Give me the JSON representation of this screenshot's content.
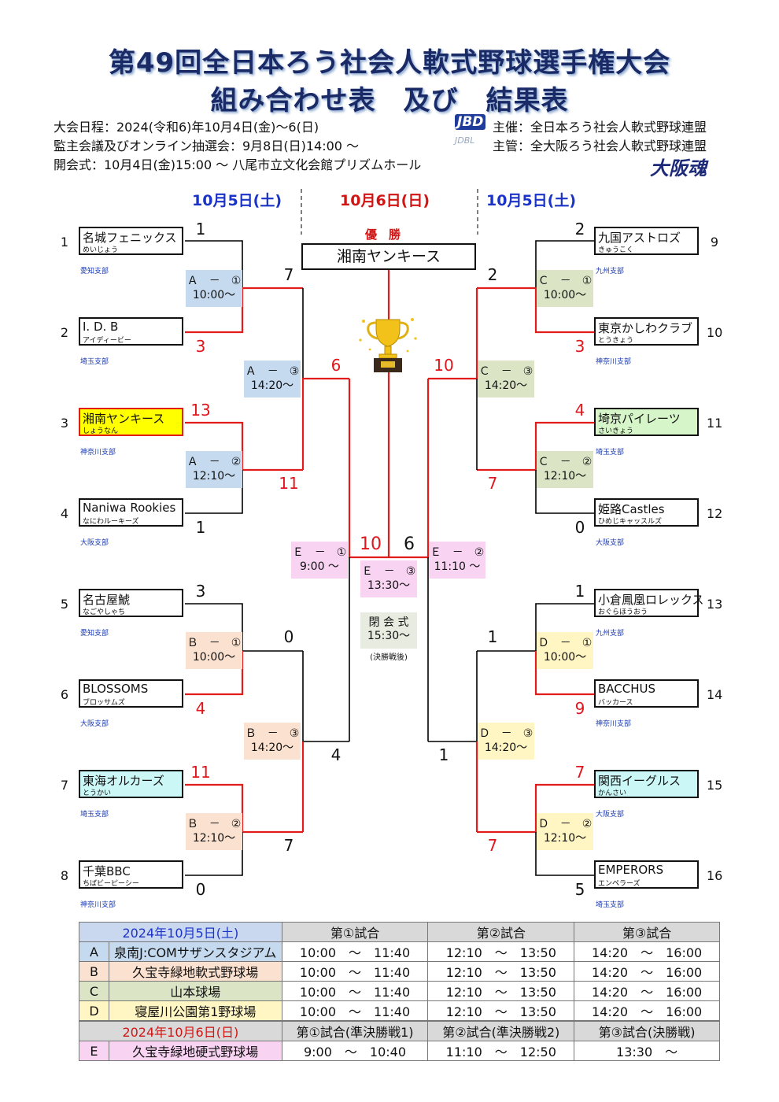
{
  "title_line1": "第49回全日本ろう社会人軟式野球選手権大会",
  "title_line2": "組み合わせ表　及び　結果表",
  "info": [
    "大会日程：2024(令和6)年10月4日(金)～6(日)",
    "監主会議及びオンライン抽選会：9月8日(日)14:00 ～",
    "開会式：10月4日(金)15:00 ～ 八尾市立文化会館プリズムホール"
  ],
  "organizer": {
    "logo1": "JBD",
    "logo2": "JDBL",
    "host": "主催：全日本ろう社会人軟式野球連盟",
    "manage": "主管：全大阪ろう社会人軟式野球連盟",
    "logo3": "大阪魂"
  },
  "days": {
    "left": "10月5日(土)",
    "center": "10月6日(日)",
    "right": "10月5日(土)"
  },
  "champion": {
    "label": "優　勝",
    "team": "湘南ヤンキース"
  },
  "teams": [
    {
      "seed": "1",
      "name": "名城フェニックス",
      "kana": "めいじょう",
      "branch": "愛知支部",
      "color": "#ffffff"
    },
    {
      "seed": "2",
      "name": "I. D. B",
      "kana": "アイディービー",
      "branch": "埼玉支部",
      "color": "#ffffff"
    },
    {
      "seed": "3",
      "name": "湘南ヤンキース",
      "kana": "しょうなん",
      "branch": "神奈川支部",
      "color": "#ffff00"
    },
    {
      "seed": "4",
      "name": "Naniwa Rookies",
      "kana": "なにわルーキーズ",
      "branch": "大阪支部",
      "color": "#ffffff"
    },
    {
      "seed": "5",
      "name": "名古屋鯱",
      "kana": "なごやしゃち",
      "branch": "愛知支部",
      "color": "#ffffff"
    },
    {
      "seed": "6",
      "name": "BLOSSOMS",
      "kana": "ブロッサムズ",
      "branch": "大阪支部",
      "color": "#ffffff"
    },
    {
      "seed": "7",
      "name": "東海オルカーズ",
      "kana": "とうかい",
      "branch": "埼玉支部",
      "color": "#ccf7f7"
    },
    {
      "seed": "8",
      "name": "千葉BBC",
      "kana": "ちばビーピーシー",
      "branch": "神奈川支部",
      "color": "#ffffff"
    },
    {
      "seed": "9",
      "name": "九国アストロズ",
      "kana": "きゅうこく",
      "branch": "九州支部",
      "color": "#ffffff"
    },
    {
      "seed": "10",
      "name": "東京かしわクラブ",
      "kana": "とうきょう",
      "branch": "神奈川支部",
      "color": "#ffffff"
    },
    {
      "seed": "11",
      "name": "埼京パイレーツ",
      "kana": "さいきょう",
      "branch": "埼玉支部",
      "color": "#d6f5c8"
    },
    {
      "seed": "12",
      "name": "姫路Castles",
      "kana": "ひめじキャッスルズ",
      "branch": "大阪支部",
      "color": "#ffffff"
    },
    {
      "seed": "13",
      "name": "小倉鳳凰ロレックス",
      "kana": "おぐらほうおう",
      "branch": "九州支部",
      "color": "#ffffff"
    },
    {
      "seed": "14",
      "name": "BACCHUS",
      "kana": "バッカース",
      "branch": "神奈川支部",
      "color": "#ffffff"
    },
    {
      "seed": "15",
      "name": "関西イーグルス",
      "kana": "かんさい",
      "branch": "大阪支部",
      "color": "#ccf7f7"
    },
    {
      "seed": "16",
      "name": "EMPERORS",
      "kana": "エンペラーズ",
      "branch": "埼玉支部",
      "color": "#ffffff"
    }
  ],
  "matches": [
    {
      "code": "Ａ　－　①",
      "time": "10:00～",
      "color": "#c5d9ef"
    },
    {
      "code": "Ａ　－　②",
      "time": "12:10～",
      "color": "#c5d9ef"
    },
    {
      "code": "Ａ　－　③",
      "time": "14:20～",
      "color": "#c5d9ef"
    },
    {
      "code": "Ｂ　－　①",
      "time": "10:00～",
      "color": "#fbe1d0"
    },
    {
      "code": "Ｂ　－　②",
      "time": "12:10～",
      "color": "#fbe1d0"
    },
    {
      "code": "Ｂ　－　③",
      "time": "14:20～",
      "color": "#fbe1d0"
    },
    {
      "code": "Ｃ　－　①",
      "time": "10:00～",
      "color": "#dbe5c6"
    },
    {
      "code": "Ｃ　－　②",
      "time": "12:10～",
      "color": "#dbe5c6"
    },
    {
      "code": "Ｃ　－　③",
      "time": "14:20～",
      "color": "#dbe5c6"
    },
    {
      "code": "Ｄ　－　①",
      "time": "10:00～",
      "color": "#fff6c4"
    },
    {
      "code": "Ｄ　－　②",
      "time": "12:10～",
      "color": "#fff6c4"
    },
    {
      "code": "Ｄ　－　③",
      "time": "14:20～",
      "color": "#fff6c4"
    },
    {
      "code": "Ｅ　－　①",
      "time": "9:00 ～",
      "color": "#f8d3f2"
    },
    {
      "code": "Ｅ　－　②",
      "time": "11:10 ～",
      "color": "#f8d3f2"
    },
    {
      "code": "Ｅ　－　③",
      "time": "13:30～",
      "color": "#f8d3f2"
    }
  ],
  "closing": {
    "title": "閉 会 式",
    "time": "15:30～",
    "note": "(決勝戦後)"
  },
  "scores": [
    "1",
    "3",
    "13",
    "1",
    "3",
    "4",
    "11",
    "0",
    "7",
    "11",
    "0",
    "7",
    "6",
    "4",
    "10",
    "6",
    "2",
    "3",
    "4",
    "0",
    "1",
    "9",
    "7",
    "5",
    "2",
    "7",
    "1",
    "7",
    "10",
    "1"
  ],
  "schedule1": {
    "header": [
      "2024年10月5日(土)",
      "第①試合",
      "第②試合",
      "第③試合"
    ],
    "rows": [
      {
        "key": "A",
        "venue": "泉南J:COMサザンスタジアム",
        "t1": "10:00　～　11:40",
        "t2": "12:10　～　13:50",
        "t3": "14:20　～　16:00",
        "color": "#c5d9ef"
      },
      {
        "key": "B",
        "venue": "久宝寺緑地軟式野球場",
        "t1": "10:00　～　11:40",
        "t2": "12:10　～　13:50",
        "t3": "14:20　～　16:00",
        "color": "#fbe1d0"
      },
      {
        "key": "C",
        "venue": "山本球場",
        "t1": "10:00　～　11:40",
        "t2": "12:10　～　13:50",
        "t3": "14:20　～　16:00",
        "color": "#dbe5c6"
      },
      {
        "key": "D",
        "venue": "寝屋川公園第1野球場",
        "t1": "10:00　～　11:40",
        "t2": "12:10　～　13:50",
        "t3": "14:20　～　16:00",
        "color": "#fff6c4"
      }
    ]
  },
  "schedule2": {
    "header": [
      "2024年10月6日(日)",
      "第①試合(準決勝戦1)",
      "第②試合(準決勝戦2)",
      "第③試合(決勝戦)"
    ],
    "rows": [
      {
        "key": "E",
        "venue": "久宝寺緑地硬式野球場",
        "t1": "9:00　～　10:40",
        "t2": "11:10　～　12:50",
        "t3": "13:30　～",
        "color": "#f8d3f2"
      }
    ]
  }
}
